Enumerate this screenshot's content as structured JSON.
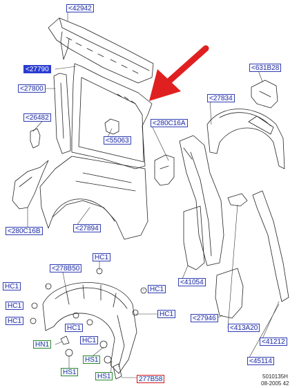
{
  "labels": {
    "l42942": "<42942",
    "l27790": "<27790",
    "l631B28": "<631B28",
    "l27800": "<27800",
    "l27834": "<27834",
    "l26482": "<26482",
    "l280C16A": "<280C16A",
    "l55063": "<55063",
    "l280C16B": "<280C16B",
    "l27894": "<27894",
    "l41054": "<41054",
    "l27946": "<27946",
    "l413A20": "<413A20",
    "l41212": "<41212",
    "l45114": "<45114",
    "l278B50": "<278B50",
    "hc1a": "HC1",
    "hc1b": "HC1",
    "hc1c": "HC1",
    "hc1d": "HC1",
    "hc1e": "HC1",
    "hc1f": "HC1",
    "hc1g": "HC1",
    "hc1h": "HC1",
    "hn1": "HN1",
    "hs1a": "HS1",
    "hs1b": "HS1",
    "hs1c": "HS1",
    "l277B58": "277B58"
  },
  "footer": {
    "code": "5010135H",
    "date": "08-2005 42"
  },
  "colors": {
    "arrow": "#e02020",
    "label_border": "#3240b0",
    "selected": "#2a3cd0",
    "fastener_border": "#2a8a2a",
    "highlight_border": "#d01818"
  }
}
